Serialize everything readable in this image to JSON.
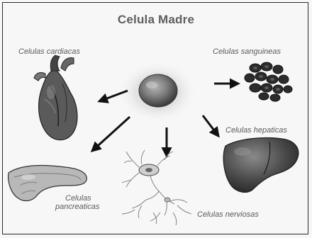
{
  "title": "Celula Madre",
  "labels": {
    "cardiacas": "Celulas cardiacas",
    "sanguineas": "Celulas sanguineas",
    "hepaticas": "Celulas hepaticas",
    "pancreaticas_line1": "Celulas",
    "pancreaticas_line2": "pancreaticas",
    "nerviosas": "Celulas nerviosas"
  },
  "colors": {
    "glow": "#e3e3e3",
    "cell": "#6f6f6f",
    "organ_dark": "#3a3a3a",
    "arrow": "#111111"
  },
  "icons": [
    "stem-cell-icon",
    "heart-icon",
    "blood-cells-icon",
    "liver-icon",
    "pancreas-icon",
    "neuron-icon"
  ]
}
